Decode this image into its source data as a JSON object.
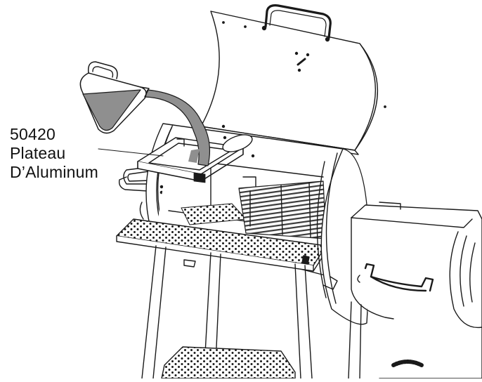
{
  "callout": {
    "part_number": "50420",
    "part_name_line1": "Plateau",
    "part_name_line2": "D’Aluminum"
  },
  "colors": {
    "line": "#1a1a1a",
    "liquid": "#8f8f8f",
    "background": "#ffffff"
  }
}
